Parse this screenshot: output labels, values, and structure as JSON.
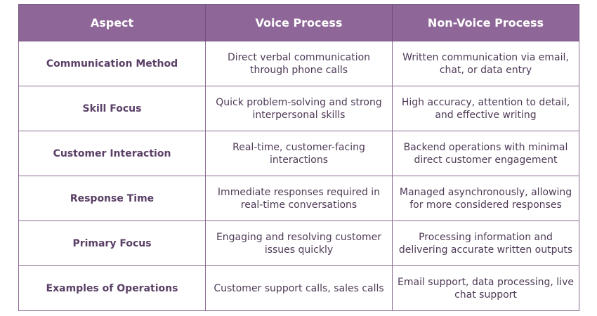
{
  "table": {
    "headers": [
      "Aspect",
      "Voice Process",
      "Non-Voice Process"
    ],
    "rows": [
      {
        "aspect": "Communication Method",
        "voice": "Direct verbal communication through phone calls",
        "nonvoice": "Written communication via email, chat, or data entry"
      },
      {
        "aspect": "Skill Focus",
        "voice": "Quick problem-solving and strong interpersonal skills",
        "nonvoice": "High accuracy, attention to detail, and effective writing"
      },
      {
        "aspect": "Customer Interaction",
        "voice": "Real-time, customer-facing interactions",
        "nonvoice": "Backend operations with minimal direct customer engagement"
      },
      {
        "aspect": "Response Time",
        "voice": "Immediate responses required in real-time conversations",
        "nonvoice": "Managed asynchronously, allowing for more considered responses"
      },
      {
        "aspect": "Primary Focus",
        "voice": "Engaging and resolving customer issues quickly",
        "nonvoice": "Processing information and delivering accurate written outputs"
      },
      {
        "aspect": "Examples of Operations",
        "voice": "Customer support calls, sales calls",
        "nonvoice": "Email support, data processing, live chat support"
      }
    ]
  },
  "colors": {
    "header_bg": "#8e6798",
    "header_text": "#ffffff",
    "border": "#8a6a94",
    "body_text": "#4e3a56"
  }
}
